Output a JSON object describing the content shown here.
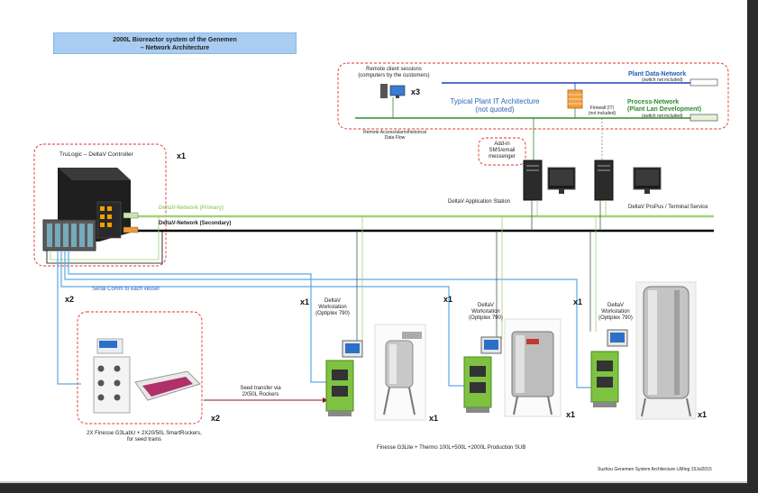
{
  "title": {
    "line1": "2000L Bioreactor system of the Genemen",
    "line2": "– Network Architecture"
  },
  "plant_it": {
    "remote_sessions_line1": "Remote client sessions",
    "remote_sessions_line2": "(computers by the customers)",
    "remote_mult": "x3",
    "typical_line1": "Typical Plant IT Architecture",
    "typical_line2": "(not quoted)",
    "firewall_line1": "Firewall (IT)",
    "firewall_line2": "(not included)",
    "plant_data_network": "Plant Data-Network",
    "plant_data_switch": "(switch not included)",
    "process_network_line1": "Process-Network",
    "process_network_line2": "(Plant Lan Development)",
    "process_switch": "(switch not included)",
    "remote_access_line1": "Remote Access/alarm/historical",
    "remote_access_line2": "Data Flow"
  },
  "sms": {
    "line1": "Add-in",
    "line2": "SMS/email",
    "line3": "messenger"
  },
  "controller": {
    "label": "TruLogic – DeltaV Controller",
    "mult": "x1",
    "network_primary": "DeltaV-Network    (Primary)",
    "network_secondary": "DeltaV-Network    (Secondary)"
  },
  "stations": {
    "application": "DeltaV Application Station",
    "propus": "DeltaV ProPus / Terminal Service"
  },
  "serial": {
    "label": "Serial Comm to each vessel",
    "mult": "x2"
  },
  "workstations": [
    {
      "mult": "x1",
      "line1": "DeltaV",
      "line2": "Workstation",
      "line3": "(Optiplex 790)"
    },
    {
      "mult": "x1",
      "line1": "DeltaV",
      "line2": "Workstation",
      "line3": "(Optiplex 790)"
    },
    {
      "mult": "x1",
      "line1": "DeltaV",
      "line2": "Workstation",
      "line3": "(Optiplex 790)"
    }
  ],
  "vessel_mults": [
    "x1",
    "x1",
    "x1"
  ],
  "seed": {
    "transfer_line1": "Seed transfer via",
    "transfer_line2": "2X50L Rockers",
    "mult": "x2",
    "caption_line1": "2X Finesse G3LabU + 2X20/50L SmartRockers,",
    "caption_line2": "for seed trains"
  },
  "production_caption": "Finesse G3Lite + Thermo 100L+500L +2000L Production SUB",
  "footer": "Suzhou Genemen System Architecture LiMing 15Jul2015",
  "colors": {
    "primary_network": "#9fd27a",
    "secondary_network": "#000000",
    "serial": "#5aa9e6",
    "dashed_box": "#e03030",
    "title_bg": "#a9cdf2",
    "workstation_green": "#7fc241"
  }
}
